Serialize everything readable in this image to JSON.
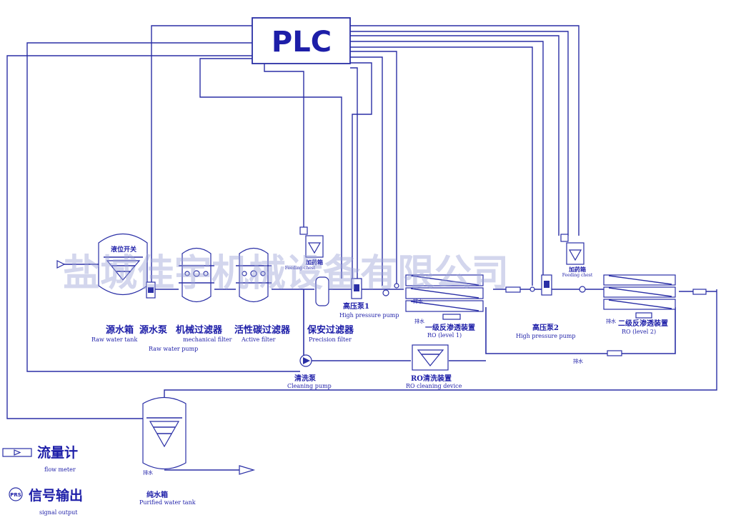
{
  "controller": {
    "label": "PLC"
  },
  "watermark": "盐城佳宇机械设备有限公司",
  "equipment": {
    "level_switch": "液位开关",
    "raw_tank_cn": "源水箱",
    "raw_tank_en": "Raw water tank",
    "raw_pump_cn": "源水泵",
    "raw_pump_en": "Raw water pump",
    "mech_filter_cn": "机械过滤器",
    "mech_filter_en": "mechanical filter",
    "carbon_filter_cn": "活性碳过滤器",
    "carbon_filter_en": "Active filter",
    "precision_filter_cn": "保安过滤器",
    "precision_filter_en": "Precision filter",
    "feeding_chest1_cn": "加药箱",
    "feeding_chest1_en": "Feeding chest",
    "hp_pump1_cn": "高压泵1",
    "hp_pump1_en": "High pressure pump",
    "ro1_cn": "一级反渗透装置",
    "ro1_en": "RO (level 1)",
    "hp_pump2_cn": "高压泵2",
    "hp_pump2_en": "High pressure pump",
    "feeding_chest2_cn": "加药箱",
    "feeding_chest2_en": "Feeding chest",
    "ro2_cn": "二级反渗透装置",
    "ro2_en": "RO (level 2)",
    "cleaning_pump_cn": "清洗泵",
    "cleaning_pump_en": "Cleaning pump",
    "ro_clean_cn": "RO清洗装置",
    "ro_clean_en": "RO cleaning device",
    "pure_tank_cn": "纯水箱",
    "pure_tank_en": "Purified water tank",
    "drain1": "排水",
    "drain2": "排水",
    "drain3": "排水",
    "drain4": "排水",
    "drain5": "排水"
  },
  "legend": {
    "flow_meter_cn": "流量计",
    "flow_meter_en": "flow meter",
    "prs_symbol": "PRS",
    "signal_cn": "信号输出",
    "signal_en": "signal output"
  }
}
